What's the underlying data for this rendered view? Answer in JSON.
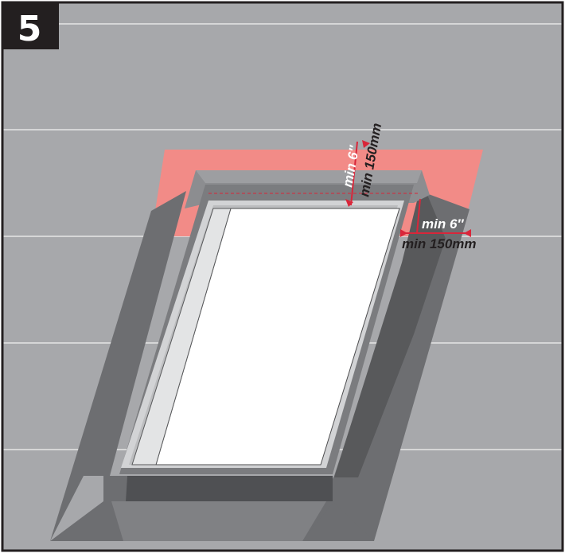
{
  "step": {
    "number": "5"
  },
  "dimensions": {
    "top_imperial": "min 6″",
    "top_metric": "min 150mm",
    "side_imperial": "min 6″",
    "side_metric": "min 150mm"
  },
  "colors": {
    "roof": "#a7a8ab",
    "roof_line": "#e8e8e8",
    "flashing_dark": "#6d6e71",
    "flashing_mid": "#8c8d90",
    "underlayment": "#f28b87",
    "dimension_accent": "#d9263a",
    "glass": "#ffffff",
    "badge": "#231f20",
    "border": "#231f20"
  }
}
